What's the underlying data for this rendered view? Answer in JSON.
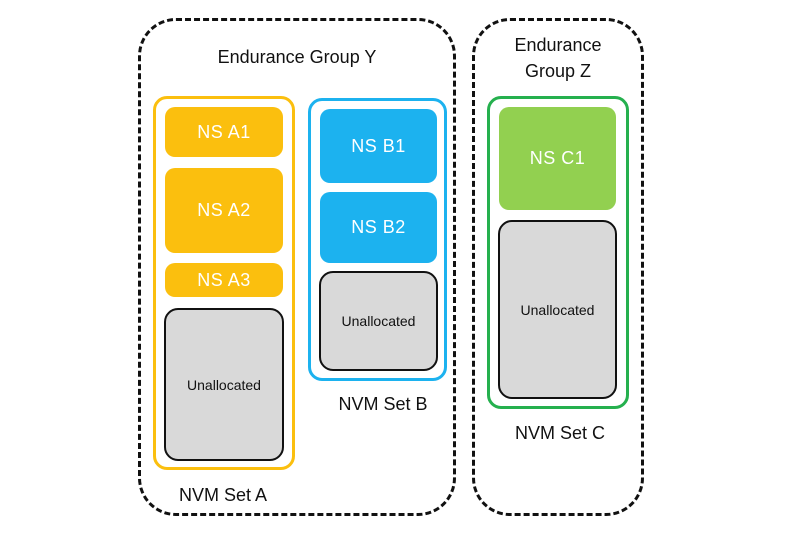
{
  "colors": {
    "set_a": "#fbbf0e",
    "set_b": "#1cb2ef",
    "set_c": "#25b04e",
    "ns_c": "#92d050",
    "unallocated": "#d9d9d9",
    "border": "#111111"
  },
  "groups": [
    {
      "title": "Endurance Group Y"
    },
    {
      "title_line1": "Endurance",
      "title_line2": "Group Z"
    }
  ],
  "sets": [
    {
      "label": "NVM Set A",
      "namespaces": [
        "NS A1",
        "NS A2",
        "NS A3"
      ],
      "unallocated": "Unallocated"
    },
    {
      "label": "NVM Set B",
      "namespaces": [
        "NS B1",
        "NS B2"
      ],
      "unallocated": "Unallocated"
    },
    {
      "label": "NVM Set C",
      "namespaces": [
        "NS C1"
      ],
      "unallocated": "Unallocated"
    }
  ]
}
